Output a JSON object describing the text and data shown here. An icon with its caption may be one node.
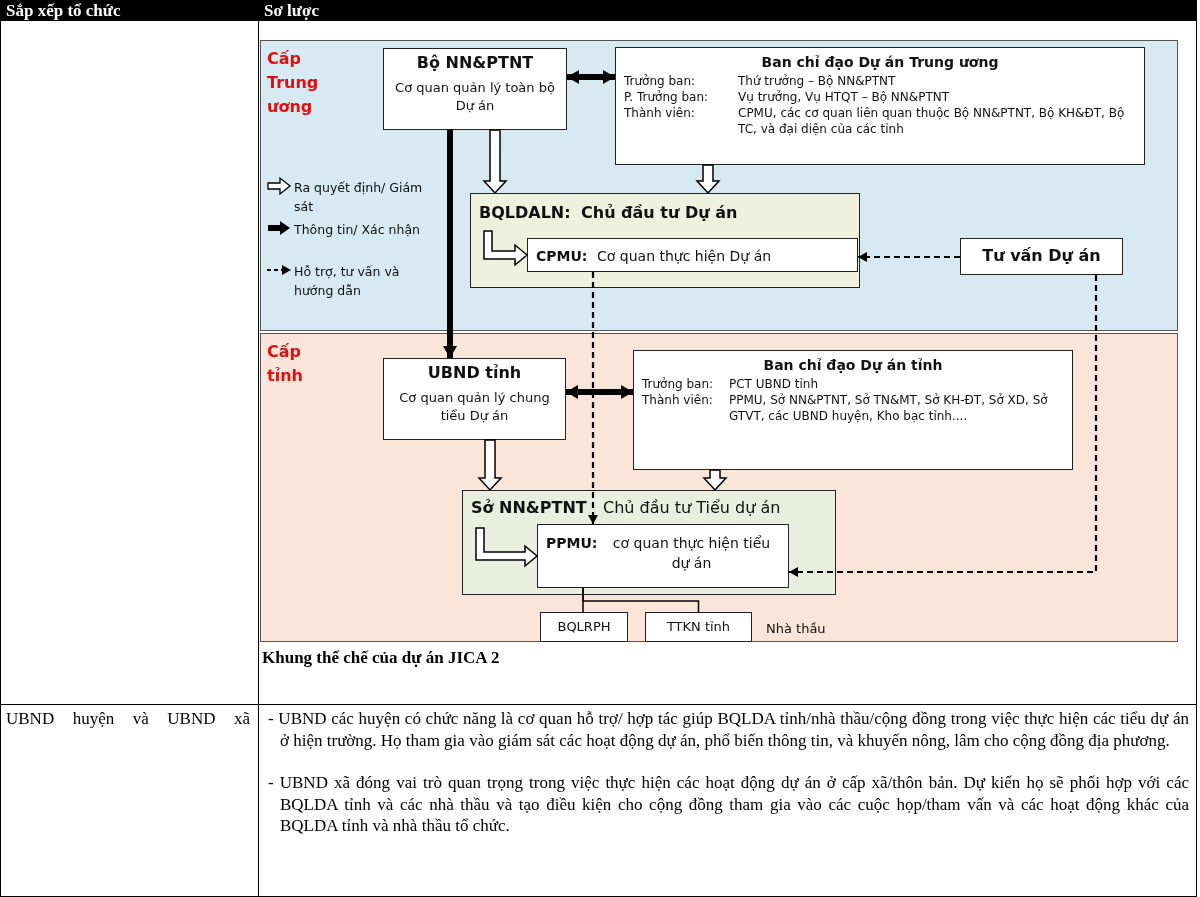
{
  "diagram": {
    "caption": "Khung thể chế của dự án JICA 2",
    "nodes": [
      {
        "text": [
          "Cấp Trung ương"
        ]
      },
      {
        "text": [
          "Bộ NN&PTNT",
          "Cơ quan quản lý toàn bộ Dự án"
        ],
        "in": 0
      },
      {
        "text": [
          "Ban chỉ đạo Dự án Trung ương",
          "Trưởng ban:",
          "Thứ trưởng – Bộ NN&PTNT",
          "P. Trưởng ban:",
          "Vụ trưởng, Vụ HTQT – Bộ NN&PTNT",
          "Thành viên:",
          "CPMU, các cơ quan liên quan thuộc Bộ NN&PTNT, Bộ KH&ĐT, Bộ TC, và đại diện của các tỉnh"
        ],
        "in": 0
      },
      {
        "text": [
          "BQLDALN:",
          "Chủ đầu tư Dự án"
        ],
        "in": 0
      },
      {
        "text": [
          "CPMU:",
          "Cơ quan thực hiện Dự án"
        ],
        "in": 3
      },
      {
        "text": [
          "Tư vấn Dự án"
        ],
        "in": 0
      },
      {
        "text": [
          "Cấp tỉnh"
        ]
      },
      {
        "text": [
          "UBND tỉnh",
          "Cơ quan quản lý chung tiểu Dự án"
        ],
        "in": 6
      },
      {
        "text": [
          "Ban chỉ đạo Dự án tỉnh",
          "Trưởng ban:",
          "PCT UBND tỉnh",
          "Thành viên:",
          "PPMU, Sở NN&PTNT, Sở TN&MT, Sở KH-ĐT, Sở XD, Sở GTVT, các UBND huyện, Kho bạc tỉnh...."
        ],
        "in": 6
      },
      {
        "text": [
          "Sở NN&PTNT",
          "Chủ đầu tư Tiểu dự án"
        ],
        "in": 6
      },
      {
        "text": [
          "PPMU:",
          "cơ quan thực hiện tiểu dự án"
        ],
        "in": 9
      },
      {
        "text": [
          "BQLRPH"
        ],
        "in": 6
      },
      {
        "text": [
          "TTKN tỉnh"
        ],
        "in": 6
      }
    ],
    "edges": [
      {
        "from": 1,
        "to": 2,
        "arrow": "both",
        "style": "thick"
      },
      {
        "from": 1,
        "to": 3,
        "arrow": "to"
      },
      {
        "from": 2,
        "to": 3,
        "arrow": "to"
      },
      {
        "from": 3,
        "to": 4,
        "arrow": "to"
      },
      {
        "from": 5,
        "to": 4,
        "arrow": "to",
        "style": "dashed"
      },
      {
        "from": 1,
        "to": 7,
        "arrow": "to",
        "style": "thick"
      },
      {
        "from": 4,
        "to": 10,
        "arrow": "to",
        "style": "dashed"
      },
      {
        "from": 5,
        "to": 10,
        "arrow": "to",
        "style": "dashed"
      },
      {
        "from": 7,
        "to": 8,
        "arrow": "both",
        "style": "thick"
      },
      {
        "from": 7,
        "to": 9,
        "arrow": "to"
      },
      {
        "from": 8,
        "to": 9,
        "arrow": "to"
      },
      {
        "from": 9,
        "to": 10,
        "arrow": "to"
      },
      {
        "from": 10,
        "to": 11,
        "arrow": "none"
      },
      {
        "from": 10,
        "to": 12,
        "arrow": "none"
      }
    ],
    "labels": [
      "Sắp xếp tổ chức",
      "Sơ lược",
      "Nhà thầu",
      "UBND huyện và UBND xã",
      "- UBND các huyện có chức năng là cơ quan hỗ trợ/ hợp tác giúp BQLDA tỉnh/nhà thầu/cộng đồng trong việc thực hiện các tiểu dự án ở hiện trường. Họ tham gia vào giám sát các hoạt động dự án, phổ biến thông tin, và khuyến nông, lâm cho cộng đồng địa phương.",
      "- UBND xã đóng vai trò quan trọng trong việc thực hiện các hoạt động dự án ở cấp xã/thôn bản. Dự kiến họ sẽ phối hợp với các BQLDA tỉnh và các nhà thầu và tạo điều kiện cho cộng đồng tham gia vào các cuộc họp/tham vấn và các hoạt động khác của BQLDA tỉnh và nhà thầu tổ chức."
    ],
    "legend": [
      {
        "text": "Ra quyết định/ Giám sát"
      },
      {
        "text": "Thông tin/ Xác nhận"
      },
      {
        "text": "Hỗ trợ, tư vấn và hướng dẫn"
      }
    ]
  }
}
